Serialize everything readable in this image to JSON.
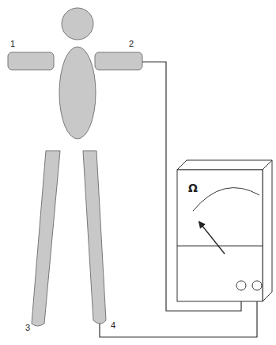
{
  "diagram": {
    "nodes": [
      {
        "text": [
          "Ω"
        ]
      }
    ],
    "labels": [
      "1",
      "2",
      "3",
      "4"
    ]
  }
}
